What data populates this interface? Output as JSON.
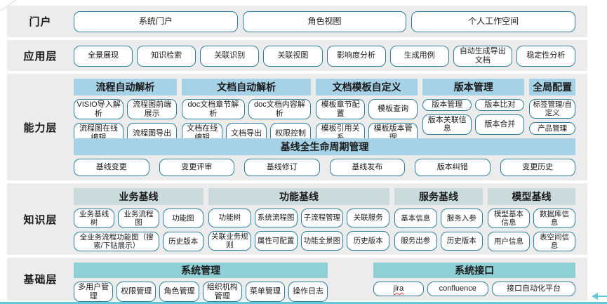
{
  "colors": {
    "band_background": "#ececec",
    "button_border": "#2b7f9c",
    "header_light_blue": "#a6d2e8",
    "header_pale_teal": "#cbdbdb",
    "header_teal": "#8fd0d6",
    "arrow_teal": "#62c9da",
    "spellcheck_red": "#e03131"
  },
  "layers": {
    "portal": {
      "label": "门户",
      "buttons": [
        "系统门户",
        "角色视图",
        "个人工作空间"
      ]
    },
    "application": {
      "label": "应用层",
      "buttons": [
        "全景展现",
        "知识检索",
        "关联识别",
        "关联视图",
        "影响度分析",
        "生成用例",
        "自动生成导出文档",
        "稳定性分析"
      ]
    },
    "capability": {
      "label": "能力层",
      "groups": [
        {
          "title": "流程自动解析",
          "rows": [
            [
              "VISIO导入解析",
              "流程图前端展示"
            ],
            [
              "流程图在线编辑",
              "流程图导出"
            ]
          ]
        },
        {
          "title": "文档自动解析",
          "rows": [
            [
              "doc文档章节解析",
              "doc文档内容解析"
            ],
            [
              "文档在线编辑",
              "文档导出",
              "权限控制"
            ]
          ]
        },
        {
          "title": "文档模板自定义",
          "rows": [
            [
              "模板章节配置",
              "模板查询"
            ],
            [
              "模板引用关系",
              "模板版本管理"
            ]
          ]
        },
        {
          "title": "版本管理",
          "rows": [
            [
              "版本管理",
              "版本比对"
            ],
            [
              "版本关联信息",
              "版本合并"
            ]
          ]
        },
        {
          "title": "全局配置",
          "rows": [
            [
              "标签管理/自定义"
            ],
            [
              "产品管理"
            ]
          ]
        }
      ],
      "baseline": {
        "title": "基线全生命周期管理",
        "buttons": [
          "基线变更",
          "变更评审",
          "基线修订",
          "基线发布",
          "版本纠错",
          "变更历史"
        ]
      }
    },
    "knowledge": {
      "label": "知识层",
      "groups": [
        {
          "title": "业务基线",
          "rows": [
            [
              "业务基线树",
              "业务流程图",
              "功能图"
            ],
            [
              "全业务流程功能图（搜索/下钻展示）",
              "历史版本"
            ]
          ]
        },
        {
          "title": "功能基线",
          "rows": [
            [
              "功能树",
              "系统流程图",
              "子流程管理",
              "关联服务"
            ],
            [
              "关联业务规则",
              "属性可配置",
              "功能全景图",
              "历史版本"
            ]
          ]
        },
        {
          "title": "服务基线",
          "rows": [
            [
              "基本信息",
              "服务入参"
            ],
            [
              "服务出参",
              "历史版本"
            ]
          ]
        },
        {
          "title": "模型基线",
          "rows": [
            [
              "模型基本信息",
              "数据库信息"
            ],
            [
              "用户信息",
              "表空间信息"
            ]
          ]
        }
      ]
    },
    "foundation": {
      "label": "基础层",
      "groups": [
        {
          "title": "系统管理",
          "rows": [
            [
              "多用户管理",
              "权限管理",
              "角色管理",
              "组织机构管理",
              "菜单管理",
              "操作日志"
            ]
          ]
        },
        {
          "title": "系统接口",
          "rows": [
            [
              {
                "label": "jira",
                "mark": "spellcheck"
              },
              "confluence",
              "接口自动化平台"
            ]
          ]
        }
      ]
    }
  }
}
